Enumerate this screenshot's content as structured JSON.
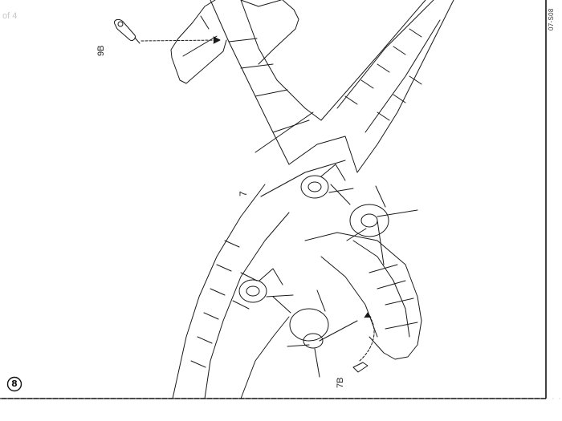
{
  "page_indicator": "of 4",
  "page_number": "8",
  "part_labels": {
    "upper_part": "9B",
    "fuselage": "7",
    "lower_part": "7B"
  },
  "sheet_code": "07-S08",
  "colors": {
    "line": "#1a1a1a",
    "background": "#ffffff",
    "faint_text": "#c8c8c8"
  }
}
